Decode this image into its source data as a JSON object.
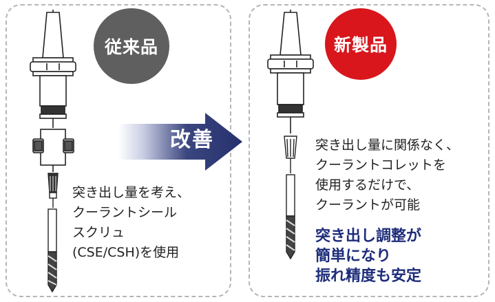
{
  "conventional": {
    "badge": "従来品",
    "description": [
      "突き出し量を考え、",
      "クーラントシール",
      "スクリュ",
      "(CSE/CSH)を使用"
    ]
  },
  "arrow": {
    "label": "改善"
  },
  "new_product": {
    "badge": "新製品",
    "description": [
      "突き出し量に関係なく、",
      "クーラントコレットを",
      "使用するだけで、",
      "クーラントが可能"
    ],
    "highlight": [
      "突き出し調整が",
      "簡単になり",
      "振れ精度も安定"
    ]
  },
  "colors": {
    "old_badge": "#5f5f5f",
    "new_badge": "#d8161c",
    "arrow_navy": "#25306e",
    "highlight_text": "#1e2d7a"
  }
}
